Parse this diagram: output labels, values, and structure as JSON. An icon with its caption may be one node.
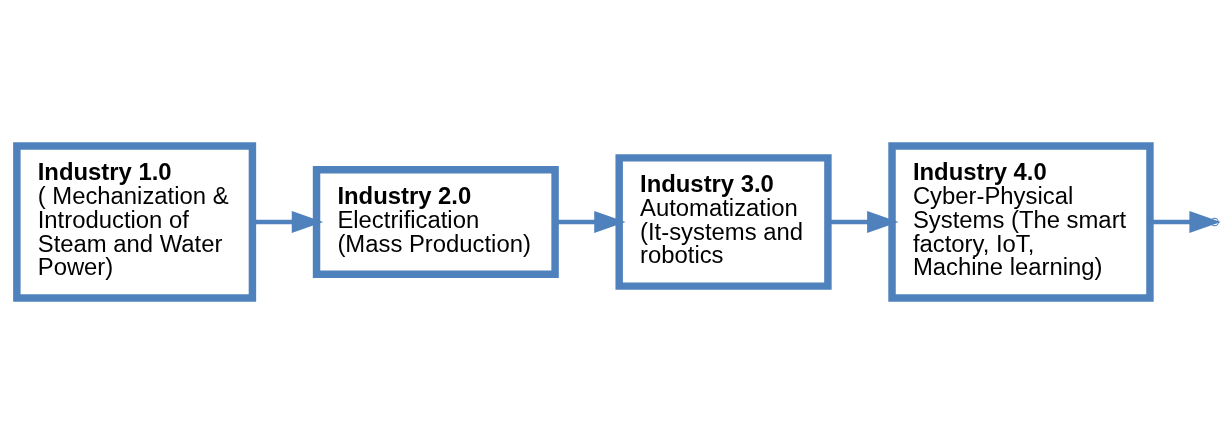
{
  "diagram": {
    "nodes": [
      {
        "text": [
          "Industry 1.0",
          "( Mechanization & Introduction of Steam and Water Power)"
        ]
      },
      {
        "text": [
          "Industry 2.0",
          "Electrification (Mass Production)"
        ]
      },
      {
        "text": [
          "Industry 3.0",
          "Automatization (It-systems and robotics"
        ]
      },
      {
        "text": [
          "Industry 4.0",
          "Cyber-Physical Systems (The smart factory, IoT, Machine learning)"
        ]
      }
    ],
    "edges": [
      {
        "from": 0,
        "to": 1,
        "arrow": "to"
      },
      {
        "from": 1,
        "to": 2,
        "arrow": "to"
      },
      {
        "from": 2,
        "to": 3,
        "arrow": "to"
      },
      {
        "from": 3,
        "to": null,
        "arrow": "to"
      }
    ]
  }
}
